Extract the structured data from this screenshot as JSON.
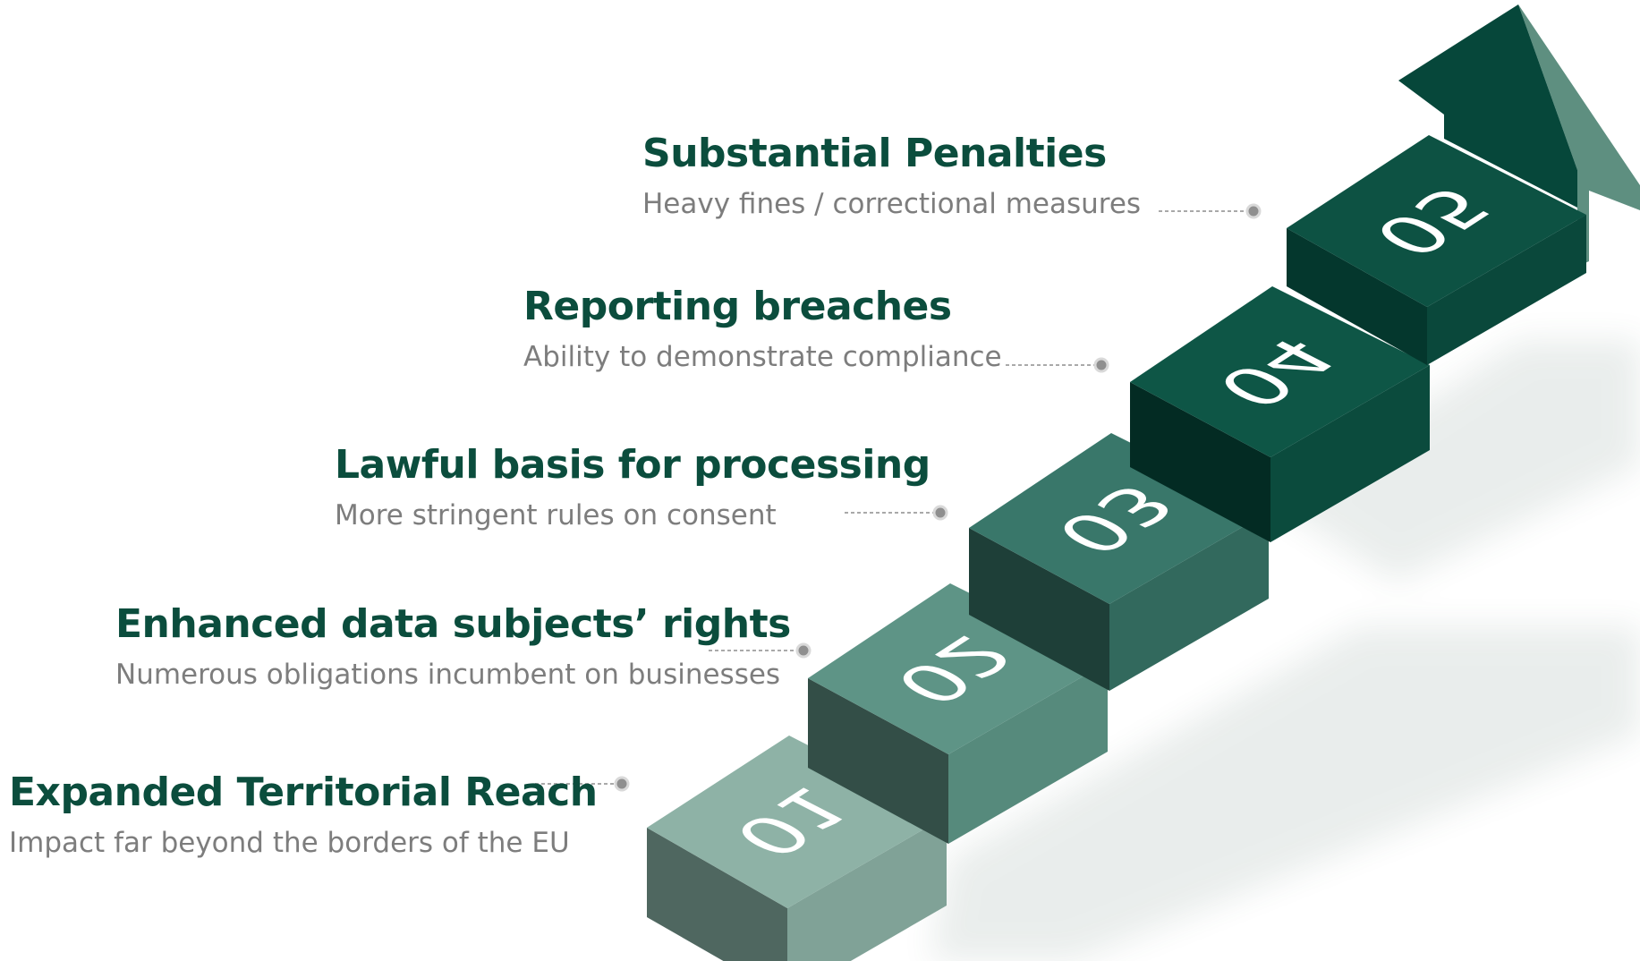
{
  "colors": {
    "title": "#0b4d3d",
    "description": "#7d7d7d",
    "connector": "#a9a9a9",
    "arrow_top": "#06473a",
    "arrow_side": "#5e8f80"
  },
  "steps": [
    {
      "number": "01",
      "title": "Expanded Territorial Reach",
      "description": "Impact far beyond the borders of the EU",
      "colors": {
        "top": "#8eb2a6",
        "front": "#80a297",
        "side": "#4f6760"
      }
    },
    {
      "number": "02",
      "title": "Enhanced data subjects’ rights",
      "description": "Numerous obligations incumbent on businesses",
      "colors": {
        "top": "#5e9486",
        "front": "#568a7c",
        "side": "#334e47"
      }
    },
    {
      "number": "03",
      "title": "Lawful basis for processing",
      "description": "More stringent rules on consent",
      "colors": {
        "top": "#39776a",
        "front": "#32695d",
        "side": "#1e3f38"
      }
    },
    {
      "number": "04",
      "title": "Reporting breaches",
      "description": "Ability to demonstrate compliance",
      "colors": {
        "top": "#0e5646",
        "front": "#0b4b3d",
        "side": "#032b23"
      }
    },
    {
      "number": "05",
      "title": "Substantial Penalties",
      "description": "Heavy fines / correctional measures",
      "colors": {
        "top": "#0d5243",
        "front": "#0a483b",
        "side": "#04372d"
      }
    }
  ]
}
